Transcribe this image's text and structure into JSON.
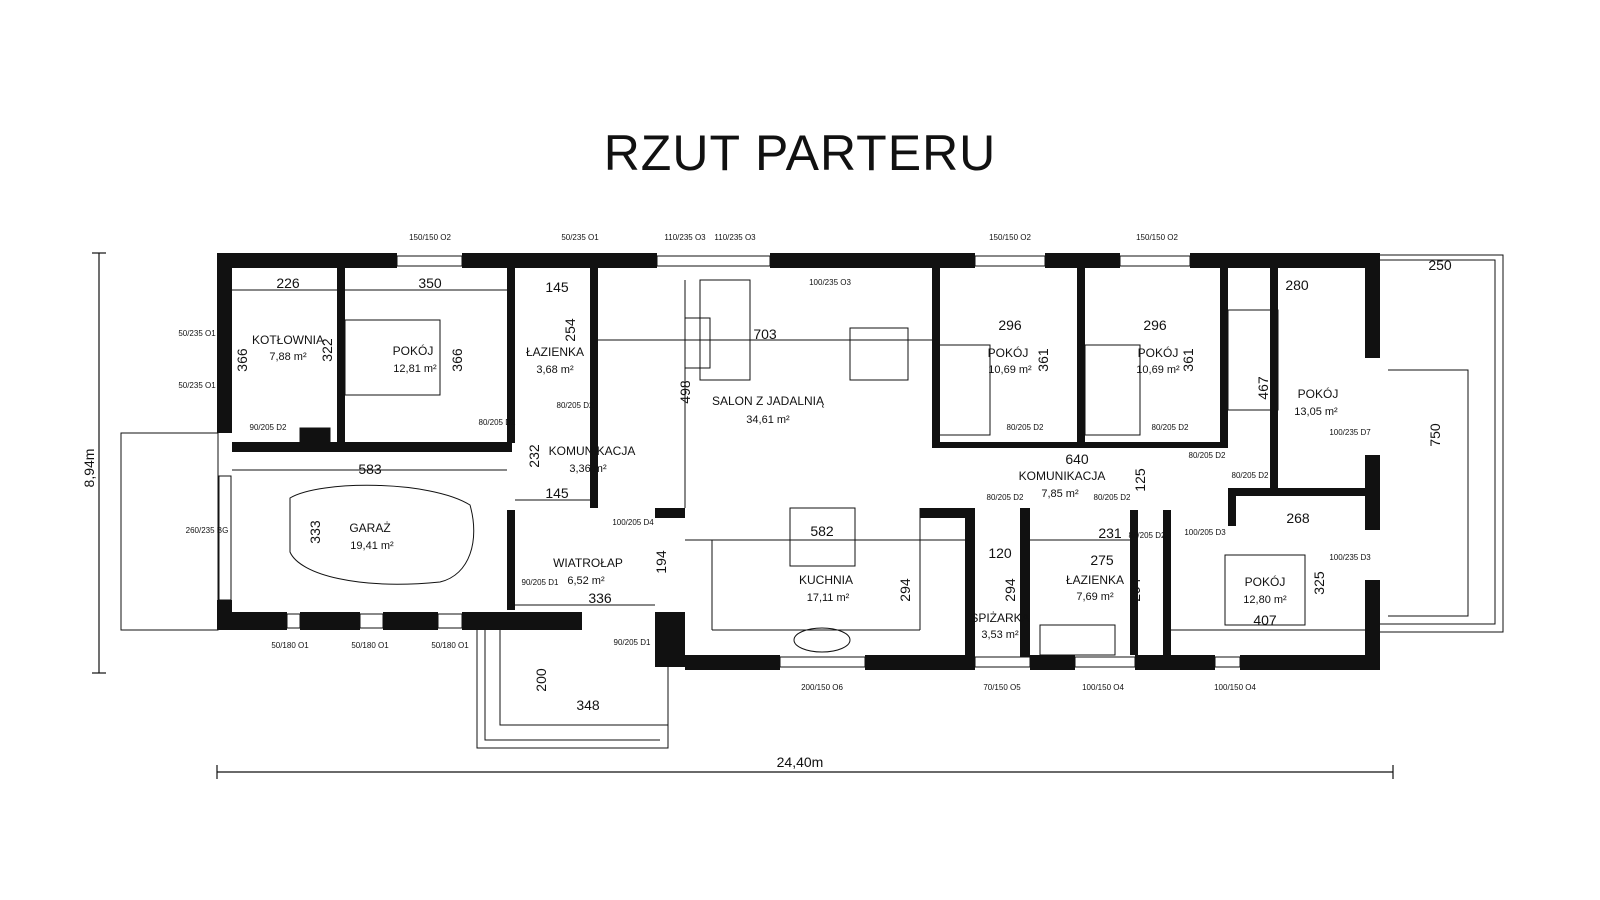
{
  "title": "RZUT PARTERU",
  "overall": {
    "width": "24,40m",
    "depth": "8,94m"
  },
  "rooms": [
    {
      "name": "KOTŁOWNIA",
      "area": "7,88 m²"
    },
    {
      "name": "POKÓJ",
      "area": "12,81 m²"
    },
    {
      "name": "ŁAZIENKA",
      "area": "3,68 m²"
    },
    {
      "name": "SALON Z JADALNIĄ",
      "area": "34,61 m²"
    },
    {
      "name": "POKÓJ",
      "area": "10,69 m²"
    },
    {
      "name": "POKÓJ",
      "area": "10,69 m²"
    },
    {
      "name": "POKÓJ",
      "area": "13,05 m²"
    },
    {
      "name": "KOMUNIKACJA",
      "area": "3,36 m²"
    },
    {
      "name": "KOMUNIKACJA",
      "area": "7,85 m²"
    },
    {
      "name": "GARAŻ",
      "area": "19,41 m²"
    },
    {
      "name": "WIATROŁAP",
      "area": "6,52 m²"
    },
    {
      "name": "KUCHNIA",
      "area": "17,11 m²"
    },
    {
      "name": "SPIŻARKA",
      "area": "3,53 m²"
    },
    {
      "name": "ŁAZIENKA",
      "area": "7,69 m²"
    },
    {
      "name": "POKÓJ",
      "area": "12,80 m²"
    }
  ],
  "dimensions": [
    "226",
    "350",
    "145",
    "254",
    "703",
    "296",
    "361",
    "296",
    "361",
    "280",
    "250",
    "366",
    "322",
    "366",
    "467",
    "750",
    "498",
    "232",
    "145",
    "583",
    "333",
    "640",
    "125",
    "231",
    "268",
    "582",
    "120",
    "275",
    "294",
    "294",
    "294",
    "194",
    "336",
    "325",
    "407",
    "200",
    "348"
  ],
  "tags": {
    "window_top": [
      "150/150 O2",
      "50/235 O1",
      "110/235 O3",
      "110/235 O3",
      "150/150 O2",
      "150/150 O2"
    ],
    "window_side": [
      "50/235 O1",
      "50/235 O1",
      "260/235 BG"
    ],
    "window_bottom": [
      "50/180 O1",
      "50/180 O1",
      "50/180 O1",
      "200/150 O6",
      "70/150 O5",
      "100/150 O4",
      "100/150 O4"
    ],
    "doors": [
      "90/205 D2",
      "80/205 D2",
      "80/205 D2",
      "80/205 D2",
      "80/205 D2",
      "80/205 D2",
      "80/205 D2",
      "90/205 D1",
      "90/205 D1",
      "80/205 D2",
      "100/235 D7",
      "100/235 D3",
      "100/235 O3",
      "100/205 D4",
      "100/205 D3",
      "80/205 D2",
      "80/205 D2"
    ]
  }
}
